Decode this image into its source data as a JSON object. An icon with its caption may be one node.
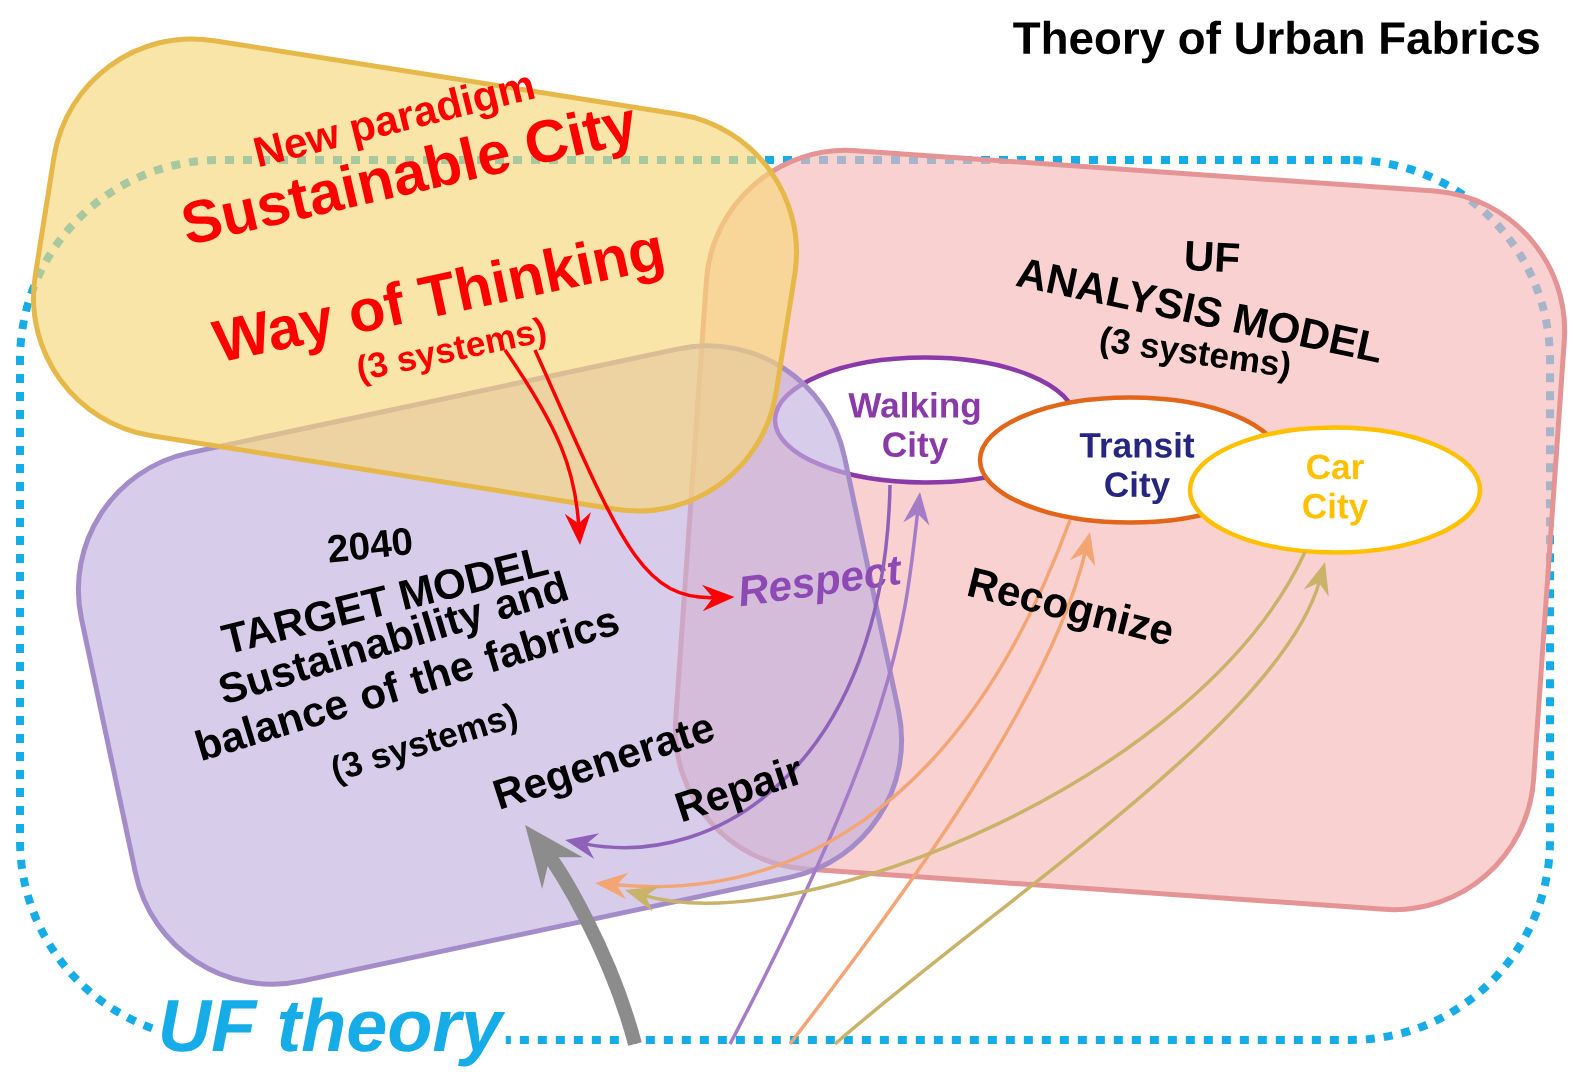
{
  "diagram": {
    "title": "Theory of Urban Fabrics",
    "nodes": [
      {
        "text": [
          "New paradigm",
          "Sustainable City",
          "Way of Thinking",
          "(3 systems)"
        ]
      },
      {
        "text": [
          "2040",
          "TARGET MODEL",
          "Sustainability and balance of the fabrics",
          "(3 systems)"
        ],
        "in": 6
      },
      {
        "text": [
          "UF",
          "ANALYSIS MODEL",
          "(3 systems)"
        ],
        "in": 6
      },
      {
        "text": [
          "Walking City"
        ],
        "in": 2
      },
      {
        "text": [
          "Transit City"
        ],
        "in": 2
      },
      {
        "text": [
          "Car City"
        ],
        "in": 2
      },
      {
        "text": [
          "UF theory"
        ]
      },
      {
        "text": [
          "Respect"
        ],
        "in": 6
      }
    ],
    "edges": [
      {
        "from": 0,
        "to": 1,
        "arrow": "to",
        "color": "#ff0000"
      },
      {
        "from": 0,
        "to": 7,
        "arrow": "to",
        "color": "#ff0000"
      },
      {
        "from": 3,
        "to": 1,
        "arrow": "to",
        "color": "#8e62b8"
      },
      {
        "from": 6,
        "to": 3,
        "arrow": "to",
        "color": "#a57cc8"
      },
      {
        "from": 4,
        "to": 1,
        "arrow": "to",
        "color": "#f3a574"
      },
      {
        "from": 6,
        "to": 4,
        "arrow": "to",
        "color": "#f3a574"
      },
      {
        "from": 5,
        "to": 1,
        "arrow": "to",
        "color": "#c9b36a"
      },
      {
        "from": 6,
        "to": 5,
        "arrow": "to",
        "color": "#c9b36a"
      },
      {
        "from": 6,
        "to": 1,
        "arrow": "to",
        "style": "thick",
        "color": "#8c8c8c"
      }
    ],
    "labels": [
      "Recognize",
      "Regenerate",
      "Repair"
    ]
  }
}
